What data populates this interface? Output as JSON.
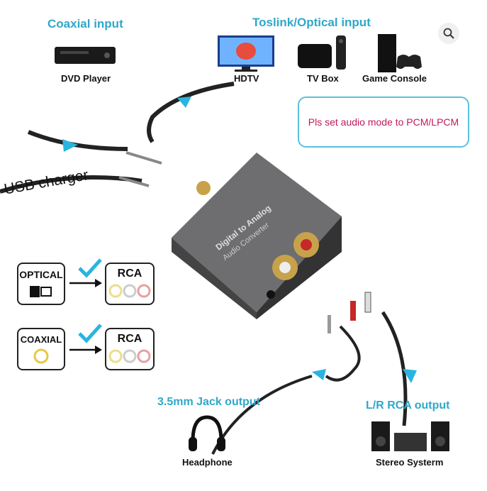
{
  "inputs": {
    "coaxial_title": "Coaxial input",
    "optical_title": "Toslink/Optical input",
    "devices": [
      "DVD Player",
      "HDTV",
      "TV Box",
      "Game Console"
    ]
  },
  "note": "Pls set audio mode to PCM/LPCM",
  "usb_label": "USB charger",
  "device_print": [
    "Digital to Analog",
    "Audio Converter"
  ],
  "modes": [
    {
      "input": "OPTICAL",
      "output": "RCA"
    },
    {
      "input": "COAXIAL",
      "output": "RCA"
    }
  ],
  "outputs": {
    "jack_title": "3.5mm Jack output",
    "rca_title": "L/R RCA output",
    "headphone": "Headphone",
    "stereo": "Stereo Systerm"
  },
  "colors": {
    "accent": "#2fa8c8",
    "note_text": "#c2185b",
    "check": "#2ab4e0"
  }
}
